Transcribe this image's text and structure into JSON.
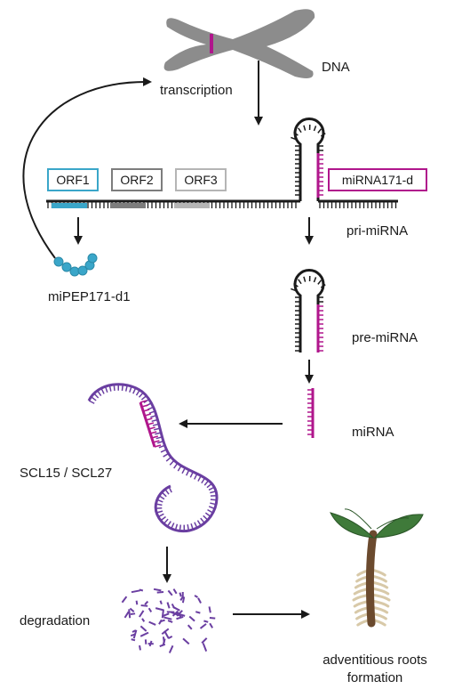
{
  "labels": {
    "dna": "DNA",
    "transcription": "transcription",
    "orf1": "ORF1",
    "orf2": "ORF2",
    "orf3": "ORF3",
    "mirna171d": "miRNA171-d",
    "pri_mirna": "pri-miRNA",
    "mipep": "miPEP171-d1",
    "pre_mirna": "pre-miRNA",
    "mirna": "miRNA",
    "scl": "SCL15 / SCL27",
    "degradation": "degradation",
    "roots_line1": "adventitious roots",
    "roots_line2": "formation"
  },
  "colors": {
    "dark": "#1a1a1a",
    "magenta": "#b0168c",
    "cyan": "#3aa6c9",
    "purple": "#6a3ea1",
    "gray_chromosome": "#8c8c8c",
    "orf2": "#7d7d7d",
    "orf3": "#b5b5b5",
    "stem": "#6b4a2e",
    "leaf": "#3f7a3a",
    "root": "#d8c9a8"
  }
}
